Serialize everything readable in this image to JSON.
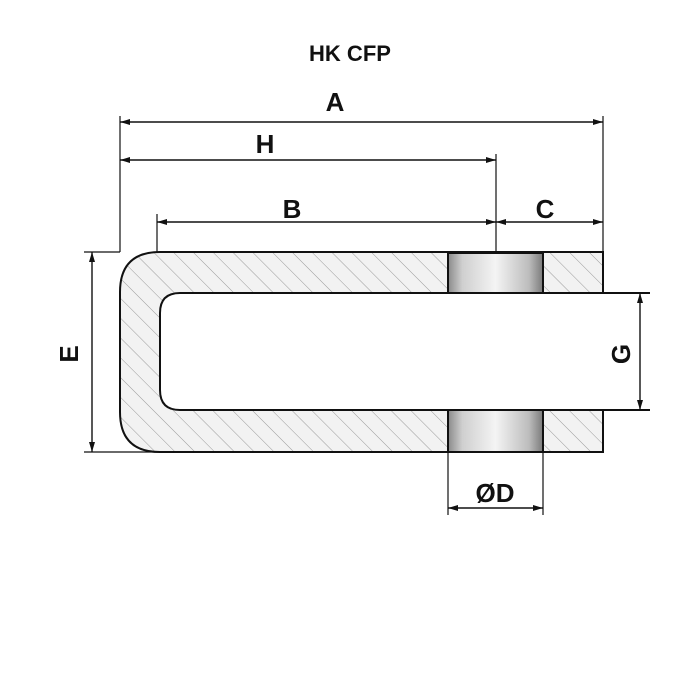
{
  "title": "HK CFP",
  "dimensions": {
    "A": "A",
    "H": "H",
    "B": "B",
    "C": "C",
    "E": "E",
    "G": "G",
    "D": "ØD"
  },
  "colors": {
    "line": "#111111",
    "hatch_fill": "#f2f2f2",
    "hatch_line": "#9a9a9a"
  }
}
